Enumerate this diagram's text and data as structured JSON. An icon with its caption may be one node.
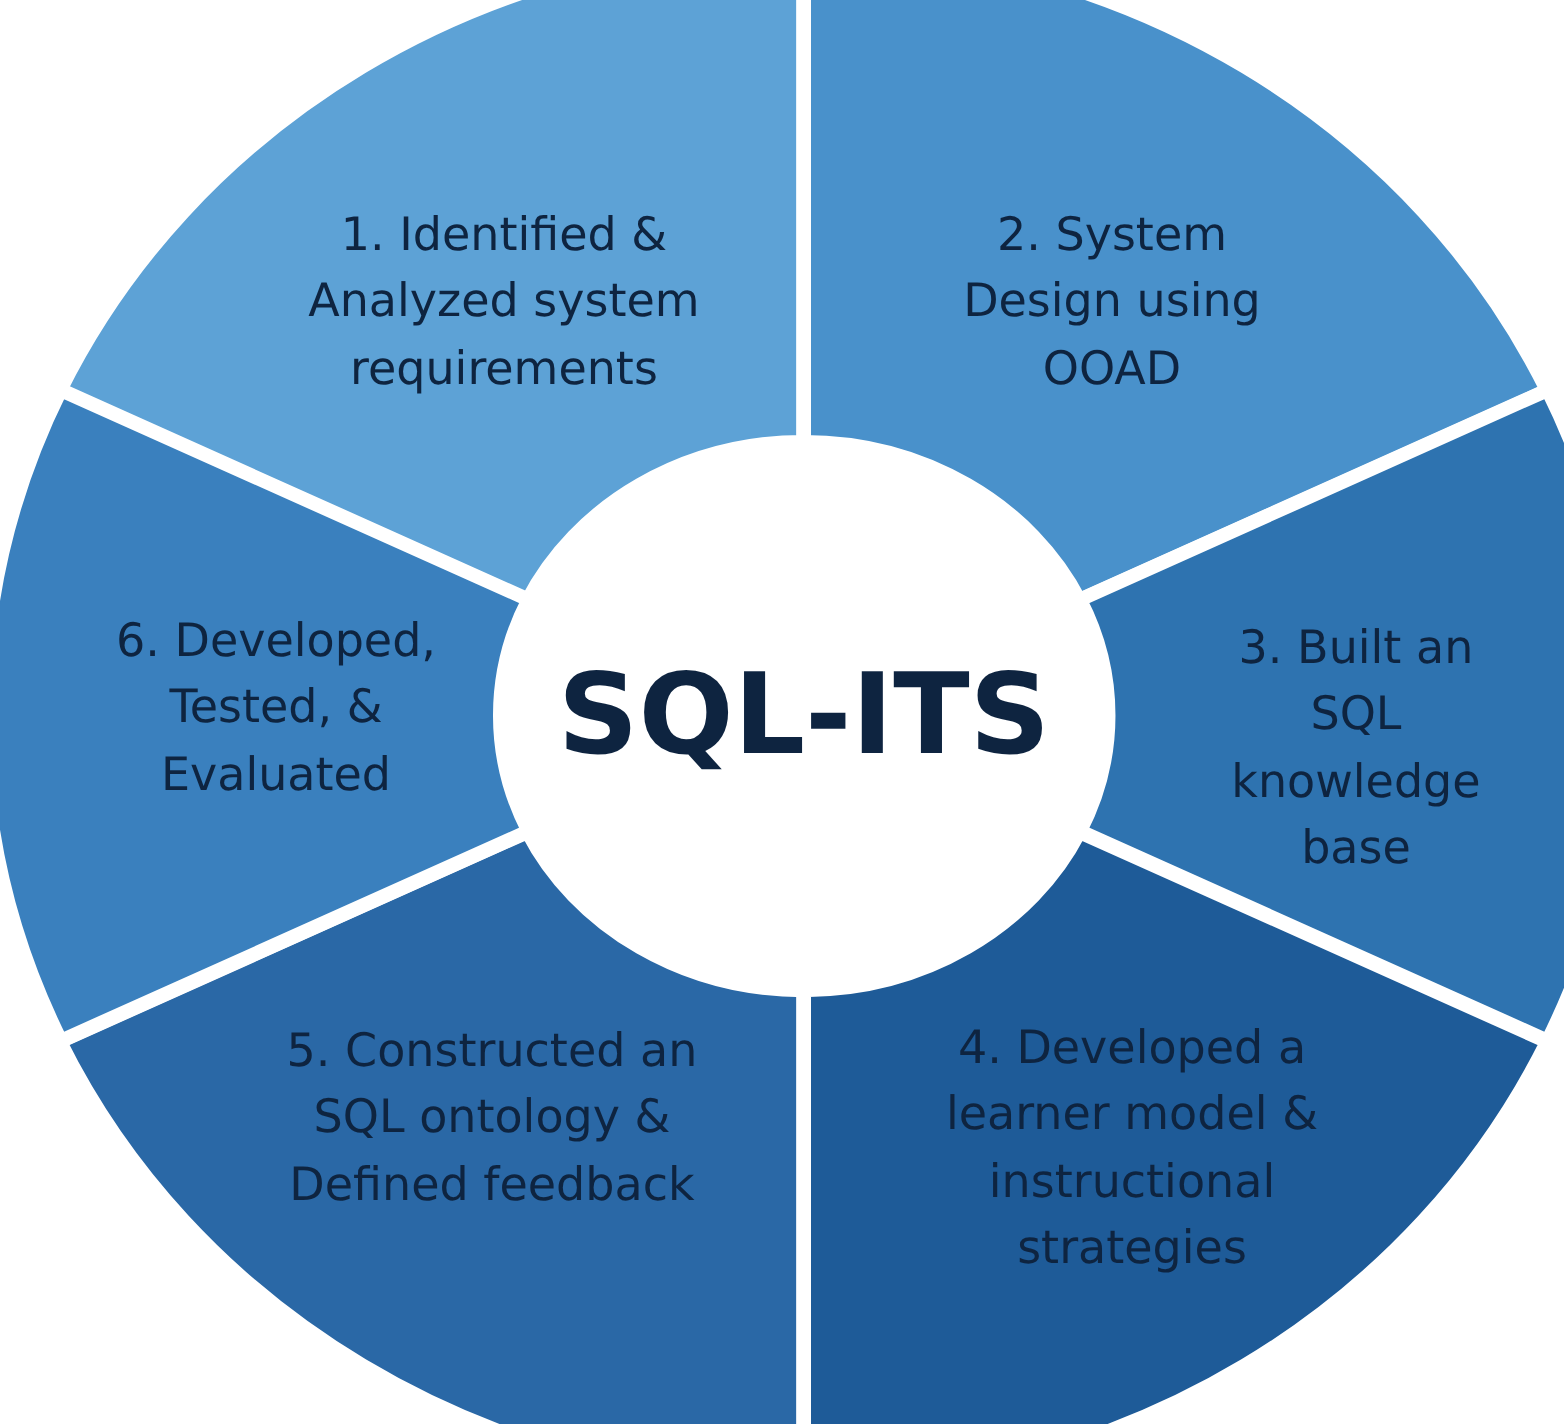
{
  "diagram": {
    "nodes": [
      {
        "text": [
          "1. Identified & Analyzed system requirements"
        ]
      },
      {
        "text": [
          "2. System Design using OOAD"
        ]
      },
      {
        "text": [
          "3. Built an SQL knowledge base"
        ]
      },
      {
        "text": [
          "4. Developed a learner model & instructional strategies"
        ]
      },
      {
        "text": [
          "5. Constructed an SQL ontology & Defined feedback"
        ]
      },
      {
        "text": [
          "6. Developed, Tested, & Evaluated"
        ]
      },
      {
        "text": [
          "SQL-ITS"
        ]
      }
    ],
    "edges": []
  }
}
